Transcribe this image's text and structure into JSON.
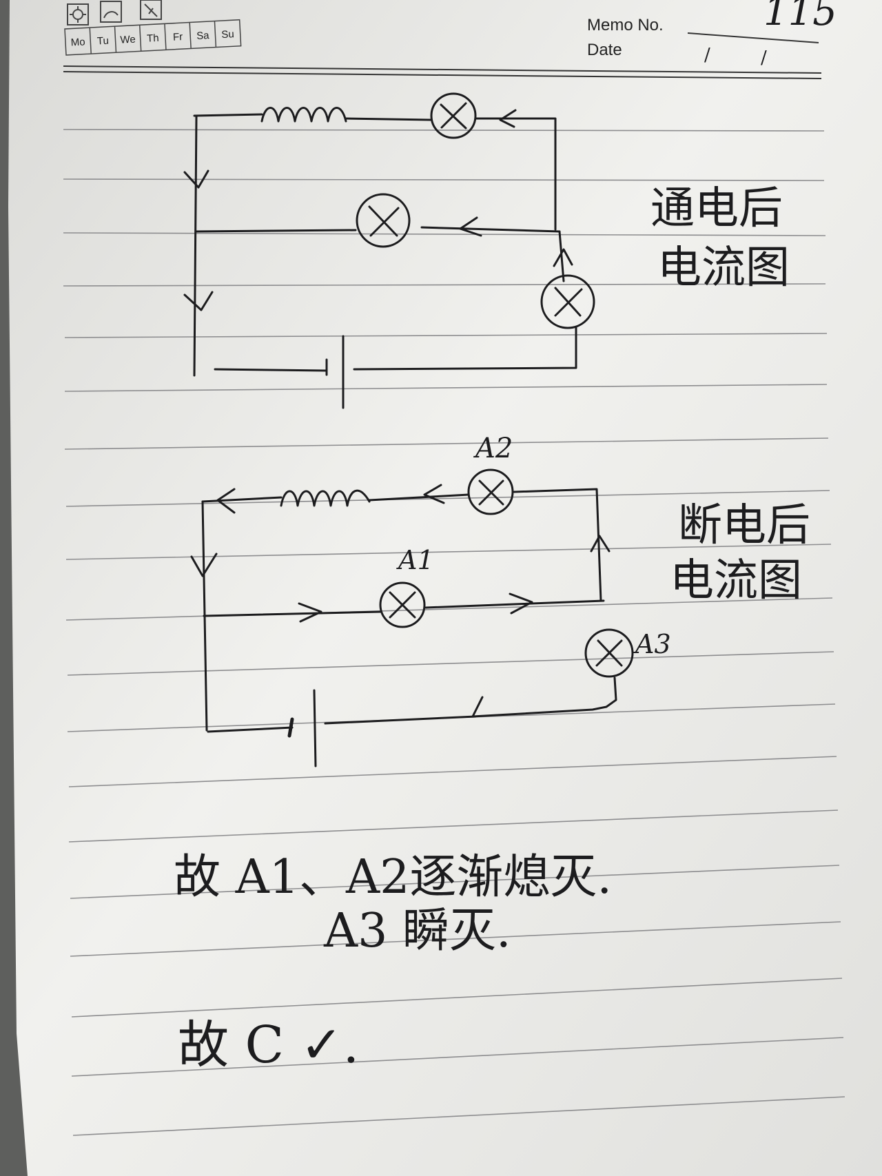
{
  "header": {
    "weekdays": [
      "Mo",
      "Tu",
      "We",
      "Th",
      "Fr",
      "Sa",
      "Su"
    ],
    "weather_icons": [
      "sun-icon",
      "partly-cloudy-icon",
      "rain-icon"
    ],
    "memo_label": "Memo No.",
    "memo_value": "115",
    "date_label": "Date",
    "date_separators": [
      "/",
      "/"
    ]
  },
  "circuit_on": {
    "caption_line1": "通电后",
    "caption_line2": "电流图"
  },
  "circuit_off": {
    "caption_line1": "断电后",
    "caption_line2": "电流图",
    "lamp_labels": [
      "A1",
      "A2",
      "A3"
    ]
  },
  "conclusion": {
    "line1": "故 A1、A2逐渐熄灭.",
    "line2": "A3 瞬灭.",
    "line3": "故 C ✓."
  },
  "colors": {
    "ink": "#1c1c1e",
    "paper": "#ededeb",
    "rule": "#8d8d8f"
  }
}
